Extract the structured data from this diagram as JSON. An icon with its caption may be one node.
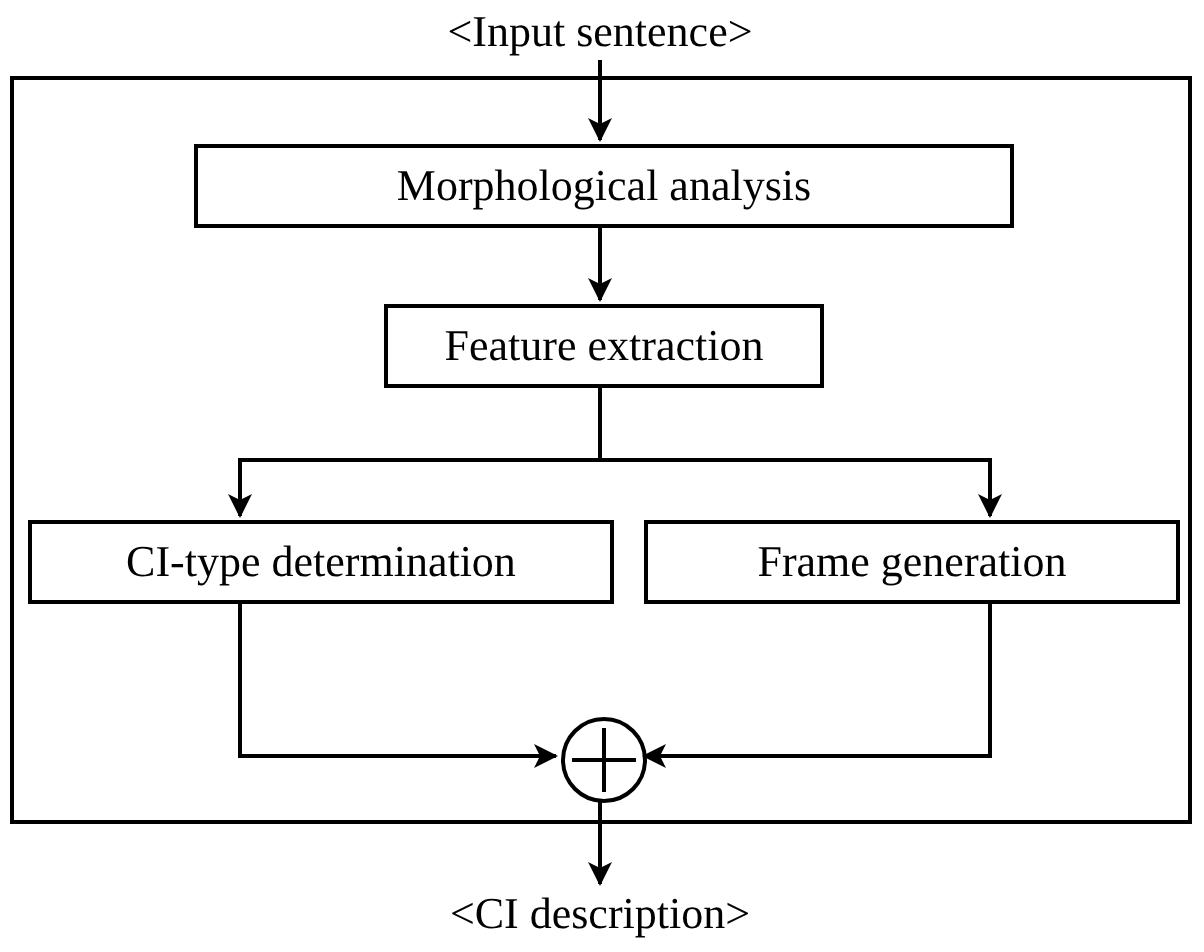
{
  "diagram": {
    "nodes": [
      {
        "text": [
          "<Input sentence>"
        ]
      },
      {
        "text": [],
        "shape": "box"
      },
      {
        "text": [
          "Morphological analysis"
        ],
        "in": 1
      },
      {
        "text": [
          "Feature extraction"
        ],
        "in": 1
      },
      {
        "text": [
          "CI-type determination"
        ],
        "in": 1
      },
      {
        "text": [
          "Frame generation"
        ],
        "in": 1
      },
      {
        "text": [],
        "shape": "circle",
        "in": 1
      },
      {
        "text": [
          "<CI description>"
        ]
      }
    ],
    "edges": [
      {
        "from": 0,
        "to": 2,
        "arrow": "to"
      },
      {
        "from": 2,
        "to": 3,
        "arrow": "to"
      },
      {
        "from": 3,
        "to": 4,
        "arrow": "to"
      },
      {
        "from": 3,
        "to": 5,
        "arrow": "to"
      },
      {
        "from": 4,
        "to": 6,
        "arrow": "to"
      },
      {
        "from": 5,
        "to": 6,
        "arrow": "to"
      },
      {
        "from": 6,
        "to": 7,
        "arrow": "to"
      }
    ]
  }
}
